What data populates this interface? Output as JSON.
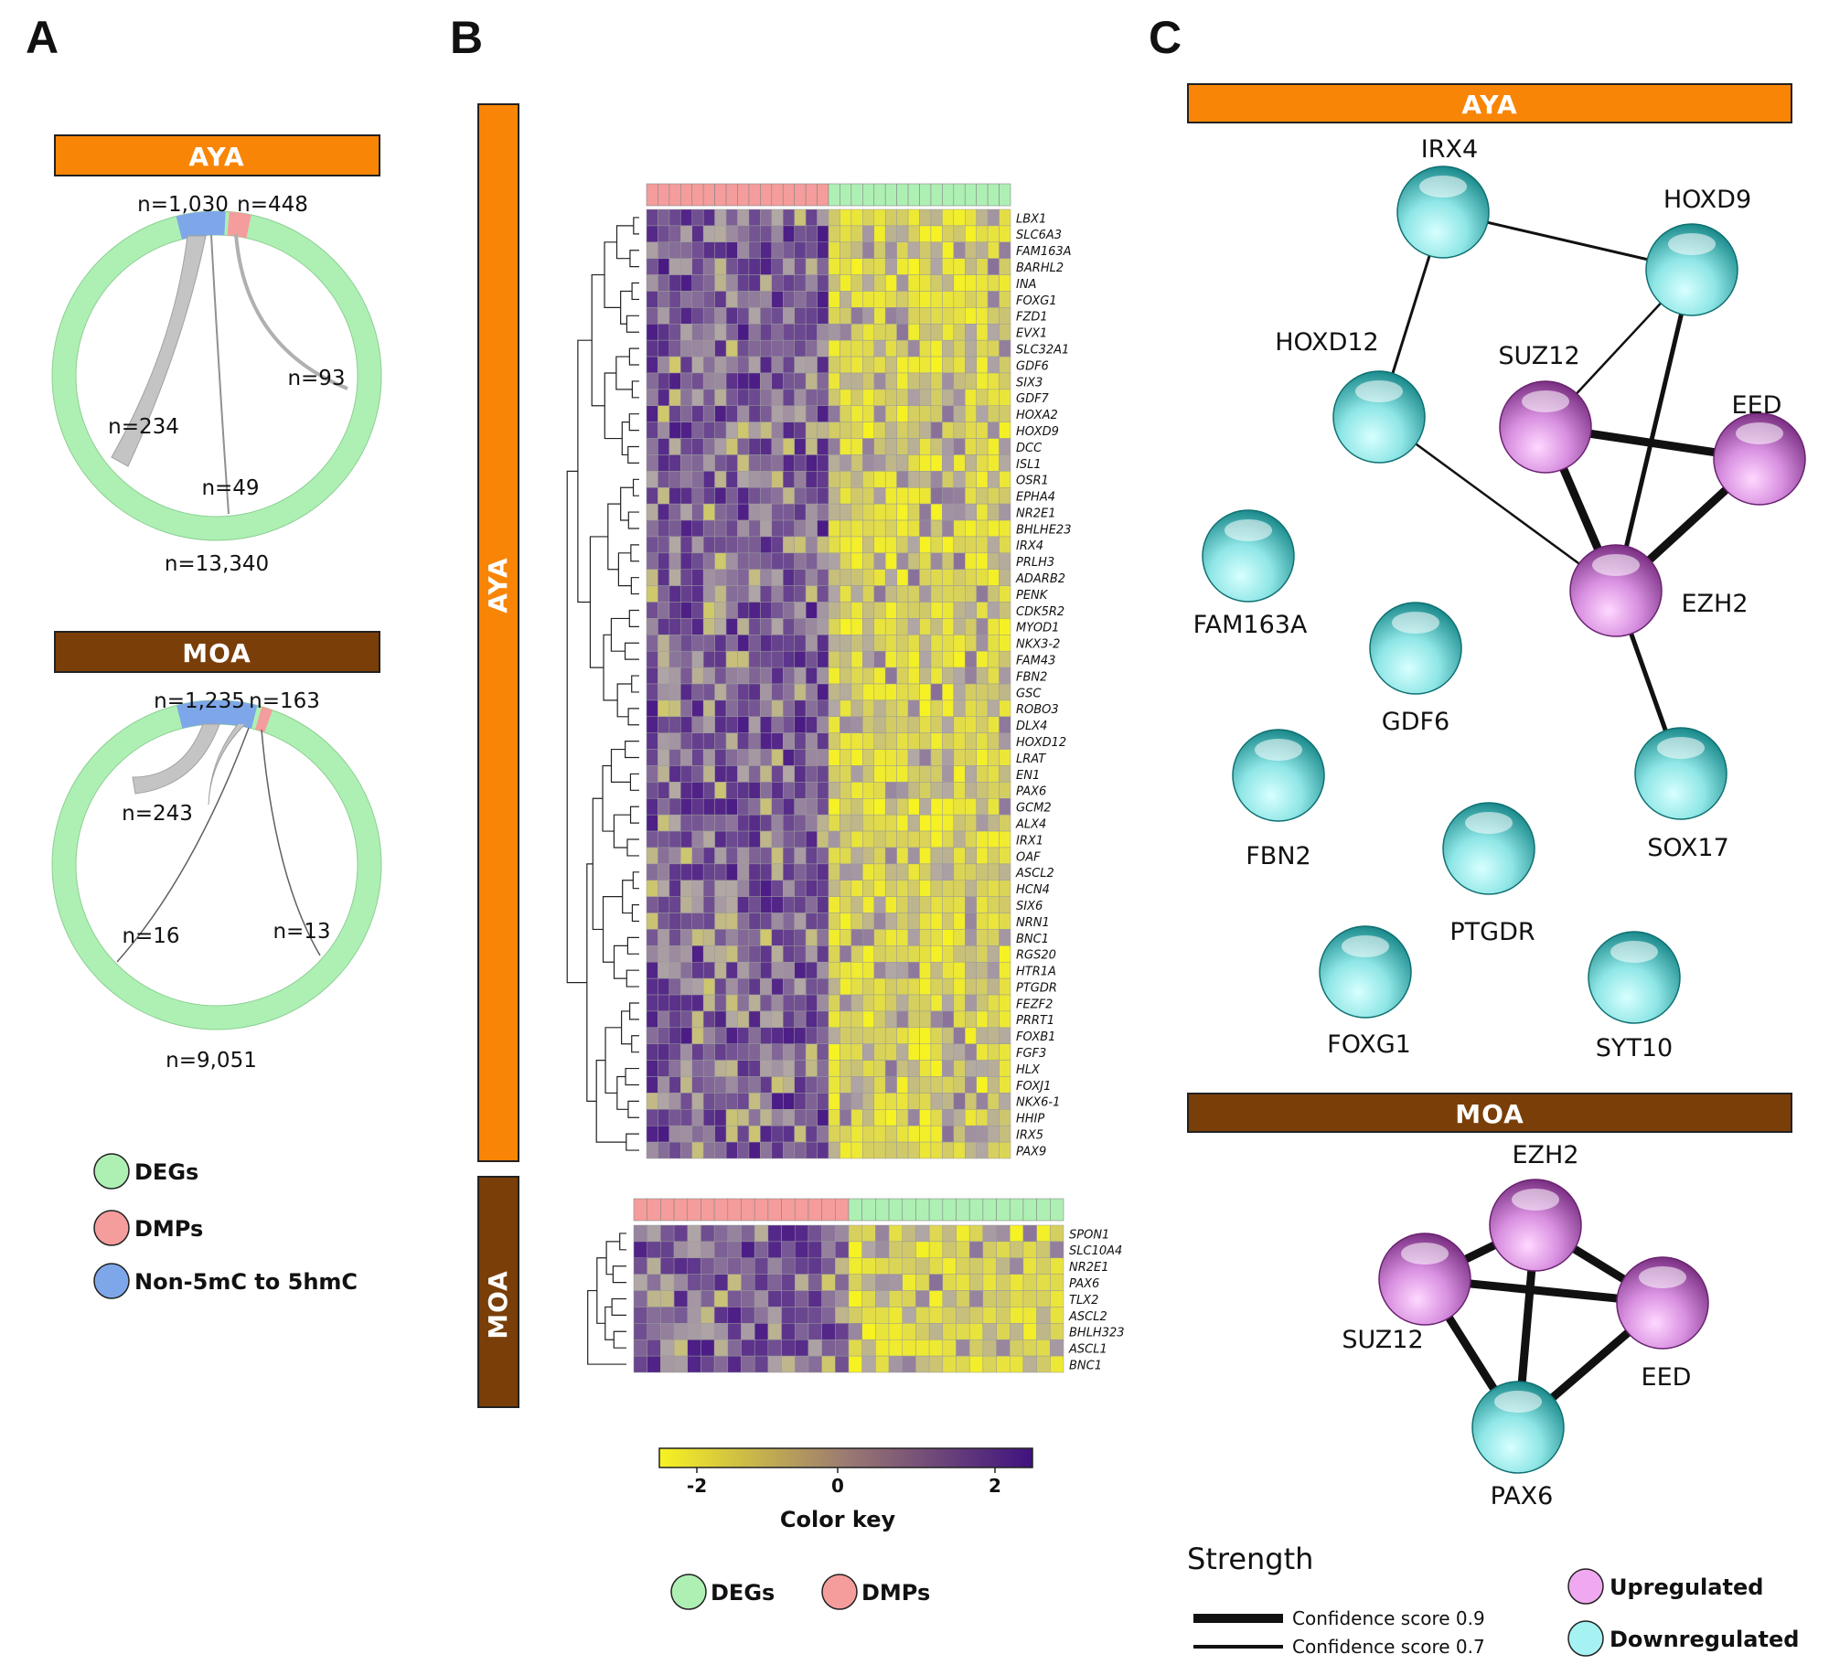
{
  "panels": {
    "a": "A",
    "b": "B",
    "c": "C"
  },
  "colors": {
    "aya": "#f98506",
    "moa": "#7a3e08",
    "degs": "#aef0b4",
    "dmps": "#f59c9c",
    "hmc": "#7ea7ea",
    "upregulated": "#f0a8f0",
    "downregulated": "#a6f2f2",
    "heat_low": "#f7f321",
    "heat_mid": "#b0a6a6",
    "heat_high": "#4a1a85"
  },
  "panel_a": {
    "aya": {
      "banner": "AYA",
      "hmc_count": "n=1,030",
      "dmp_count": "n=448",
      "deg_count": "n=13,340",
      "link_deg_hmc": "n=234",
      "link_dmp_deg": "n=93",
      "link_hmc_deg": "n=49"
    },
    "moa": {
      "banner": "MOA",
      "hmc_count": "n=1,235",
      "dmp_count": "n=163",
      "deg_count": "n=9,051",
      "link_deg_hmc": "n=243",
      "link_dmp_deg": "n=13",
      "link_hmc_deg": "n=16"
    },
    "legend": [
      "DEGs",
      "DMPs",
      "Non-5mC to 5hmC"
    ]
  },
  "panel_b": {
    "aya_label": "AYA",
    "moa_label": "MOA",
    "aya_genes": [
      "LBX1",
      "SLC6A3",
      "FAM163A",
      "BARHL2",
      "INA",
      "FOXG1",
      "FZD1",
      "EVX1",
      "SLC32A1",
      "GDF6",
      "SIX3",
      "GDF7",
      "HOXA2",
      "HOXD9",
      "DCC",
      "ISL1",
      "OSR1",
      "EPHA4",
      "NR2E1",
      "BHLHE23",
      "IRX4",
      "PRLH3",
      "ADARB2",
      "PENK",
      "CDK5R2",
      "MYOD1",
      "NKX3-2",
      "FAM43",
      "FBN2",
      "GSC",
      "ROBO3",
      "DLX4",
      "HOXD12",
      "LRAT",
      "EN1",
      "PAX6",
      "GCM2",
      "ALX4",
      "IRX1",
      "OAF",
      "ASCL2",
      "HCN4",
      "SIX6",
      "NRN1",
      "BNC1",
      "RGS20",
      "HTR1A",
      "PTGDR",
      "FEZF2",
      "PRRT1",
      "FOXB1",
      "FGF3",
      "HLX",
      "FOXJ1",
      "NKX6-1",
      "HHIP",
      "IRX5",
      "PAX9"
    ],
    "moa_genes": [
      "SPON1",
      "SLC10A4",
      "NR2E1",
      "PAX6",
      "TLX2",
      "ASCL2",
      "BHLH323",
      "ASCL1",
      "BNC1"
    ],
    "color_key": {
      "title": "Color key",
      "ticks": [
        "-2",
        "0",
        "2"
      ]
    },
    "legend": [
      "DEGs",
      "DMPs"
    ]
  },
  "panel_c": {
    "aya_banner": "AYA",
    "moa_banner": "MOA",
    "aya_nodes": [
      "IRX4",
      "HOXD9",
      "HOXD12",
      "SUZ12",
      "EED",
      "EZH2",
      "FAM163A",
      "GDF6",
      "FBN2",
      "SOX17",
      "PTGDR",
      "FOXG1",
      "SYT10"
    ],
    "moa_nodes": [
      "EZH2",
      "SUZ12",
      "EED",
      "PAX6"
    ],
    "strength_title": "Strength",
    "strength_items": [
      "Confidence score 0.9",
      "Confidence score 0.7"
    ],
    "regulation_legend": [
      "Upregulated",
      "Downregulated"
    ]
  }
}
